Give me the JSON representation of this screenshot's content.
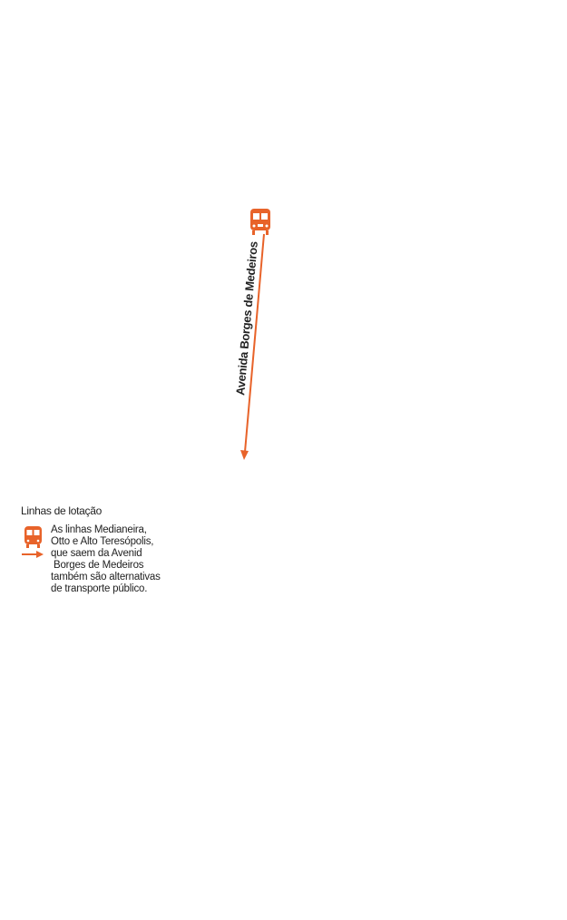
{
  "map": {
    "street_label": "Avenida Borges de Medeiros",
    "route_color": "#e8632a"
  },
  "legend": {
    "title": "Linhas de lotação",
    "icons": [
      "bus-icon",
      "arrow-right-icon"
    ],
    "description_lines": [
      "As linhas Medianeira,",
      "Otto e Alto Teresópolis,",
      "que saem da Avenid",
      " Borges de Medeiros",
      "também são alternativas",
      "de transporte público."
    ]
  }
}
